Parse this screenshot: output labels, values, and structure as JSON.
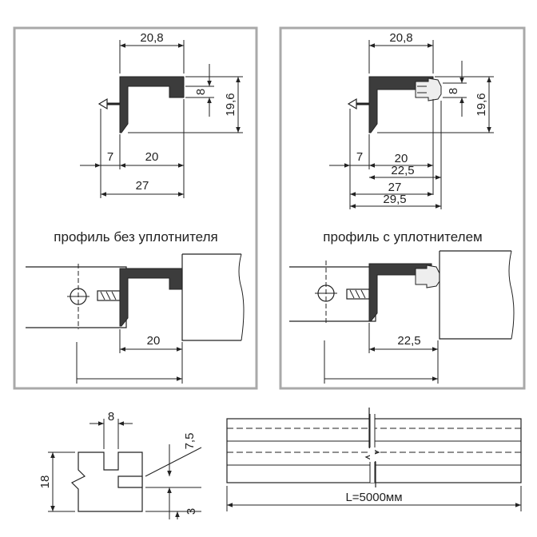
{
  "colors": {
    "profile": "#3c3c3c",
    "panel_border": "#a9a9a9",
    "line": "#222222",
    "seal": "#eeeeee"
  },
  "left_panel": {
    "caption": "профиль без уплотнителя",
    "dim_width_top": "20,8",
    "dim_slot": "8",
    "dim_height": "19,6",
    "dim_clip": "7",
    "dim_base": "20",
    "dim_total": "27",
    "dim_install": "20"
  },
  "right_panel": {
    "caption": "профиль с уплотнителем",
    "dim_width_top": "20,8",
    "dim_slot": "8",
    "dim_height": "19,6",
    "dim_clip": "7",
    "dim_base": "20",
    "dim_base_seal": "22,5",
    "dim_total": "27",
    "dim_total_seal": "29,5",
    "dim_install": "22,5"
  },
  "seal_section": {
    "dim_slot_width": "8",
    "dim_height": "18",
    "dim_offset": "7,5",
    "dim_bottom": "3"
  },
  "length_view": {
    "length_label": "L=5000мм"
  }
}
